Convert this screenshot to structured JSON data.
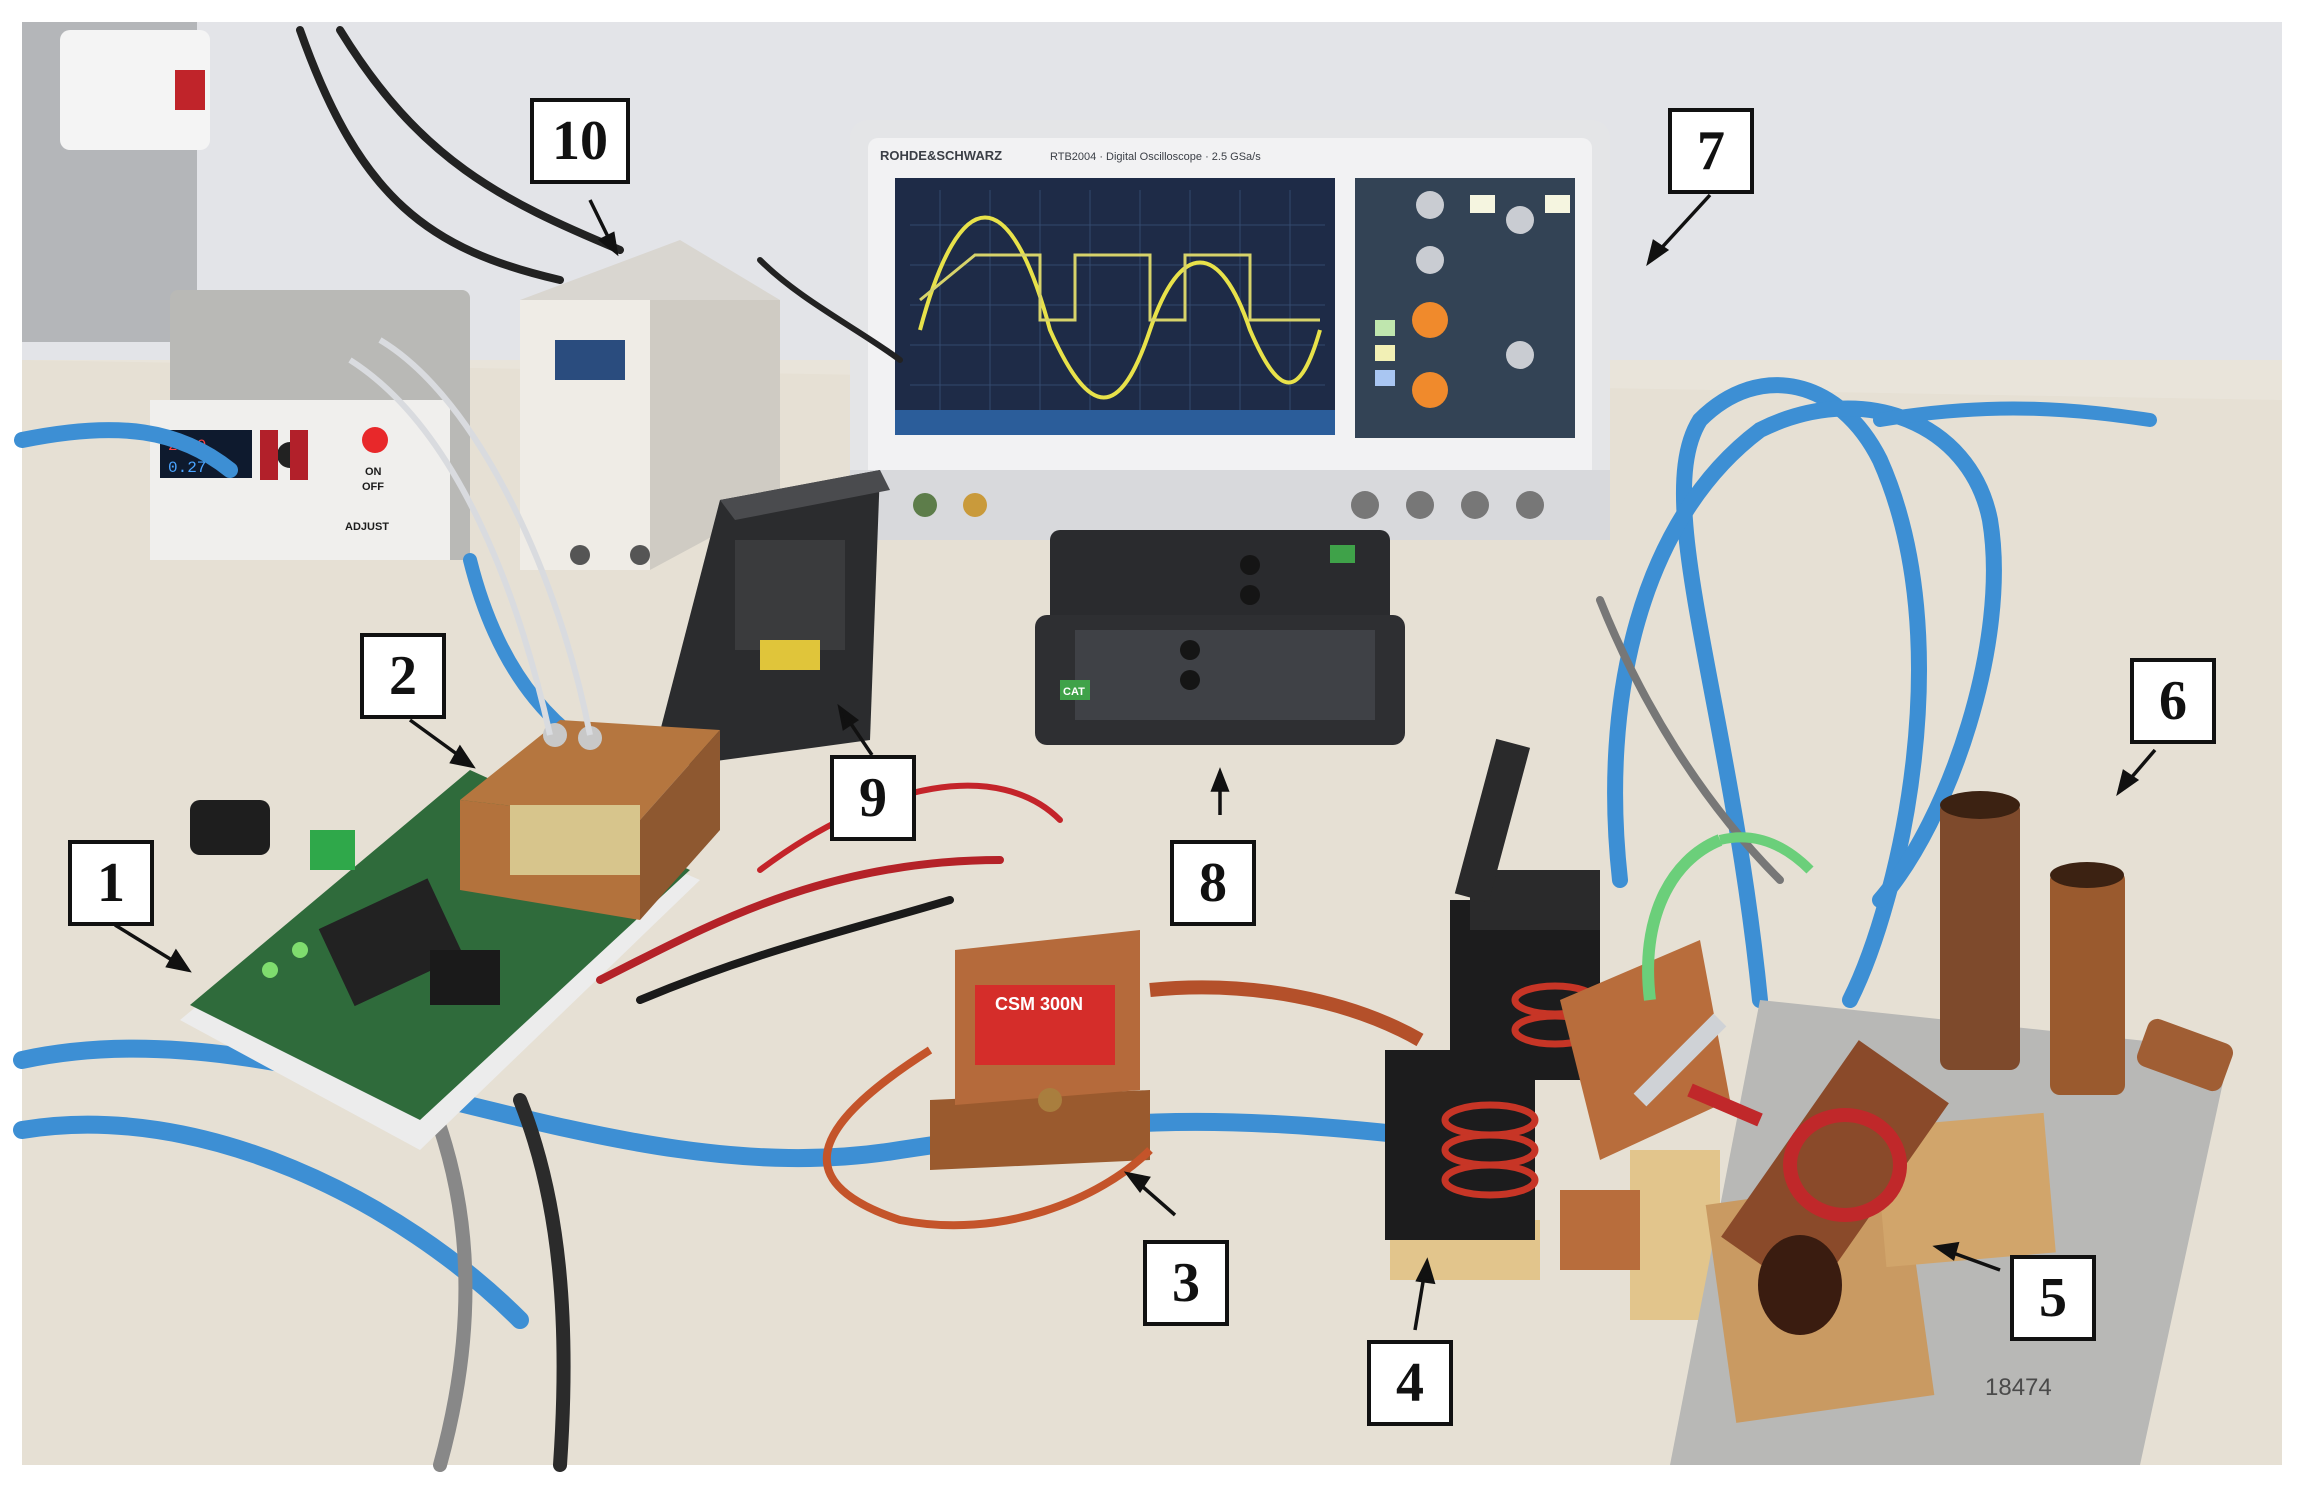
{
  "colors": {
    "background": "#ffffff",
    "table": "#e9e4da",
    "wall": "#e2e3e7",
    "blue_hose": "#3d8fd4",
    "copper": "#b56a3b",
    "pcb": "#2f6b3b",
    "scope_screen": "#1f2e4a",
    "waveform": "#e8e24a"
  },
  "callouts": [
    "1",
    "2",
    "3",
    "4",
    "5",
    "6",
    "7",
    "8",
    "9",
    "10"
  ],
  "devices": {
    "oscilloscope_brand": "ROHDE&SCHWARZ",
    "oscilloscope_model": "RTB2004 · Digital Oscilloscope · 2.5 GSa/s",
    "capacitor_label": "CSM 300N",
    "power_supply_off": "OFF",
    "power_supply_on": "ON",
    "power_supply_adjust": "ADJUST",
    "power_supply_display_top": "23.0",
    "power_supply_display_bottom": "0.27",
    "probe_badge": "CAT",
    "tag_number": "18474"
  }
}
